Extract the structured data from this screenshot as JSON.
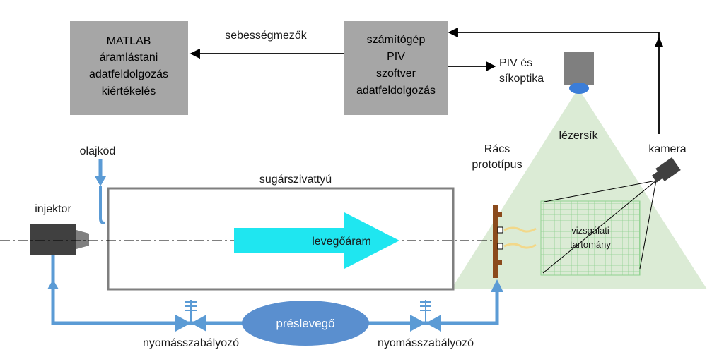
{
  "matlab_box": [
    "MATLAB",
    "áramlástani",
    "adatfeldolgozás",
    "kiértékelés"
  ],
  "computer_box": [
    "számítógép",
    "PIV",
    "szoftver",
    "adatfeldolgozás"
  ],
  "labels": {
    "velocity_fields": "sebességmezők",
    "piv_optics_1": "PIV és",
    "piv_optics_2": "síkoptika",
    "laser_sheet": "lézersík",
    "camera": "kamera",
    "oil_mist": "olajköd",
    "injector": "injektor",
    "jet_pump": "sugárszivattyú",
    "grid_1": "Rács",
    "grid_2": "prototípus",
    "air_flow": "levegőáram",
    "test_region_1": "vizsgálati",
    "test_region_2": "tartomány",
    "compressed_air": "préslevegő",
    "regulator_left": "nyomásszabályozó",
    "regulator_right": "nyomásszabályozó"
  },
  "colors": {
    "gray_box": "#a6a6a6",
    "dark_gray": "#4a4a4a",
    "pipe_blue": "#5b9bd5",
    "ellipse_blue": "#5a8fcf",
    "cyan_arrow": "#1fe6f0",
    "laser_green": "#d9ead3",
    "grid_green": "#8fd18f",
    "grid_brown": "#8b4a1c",
    "flame": "#f2d88a"
  }
}
